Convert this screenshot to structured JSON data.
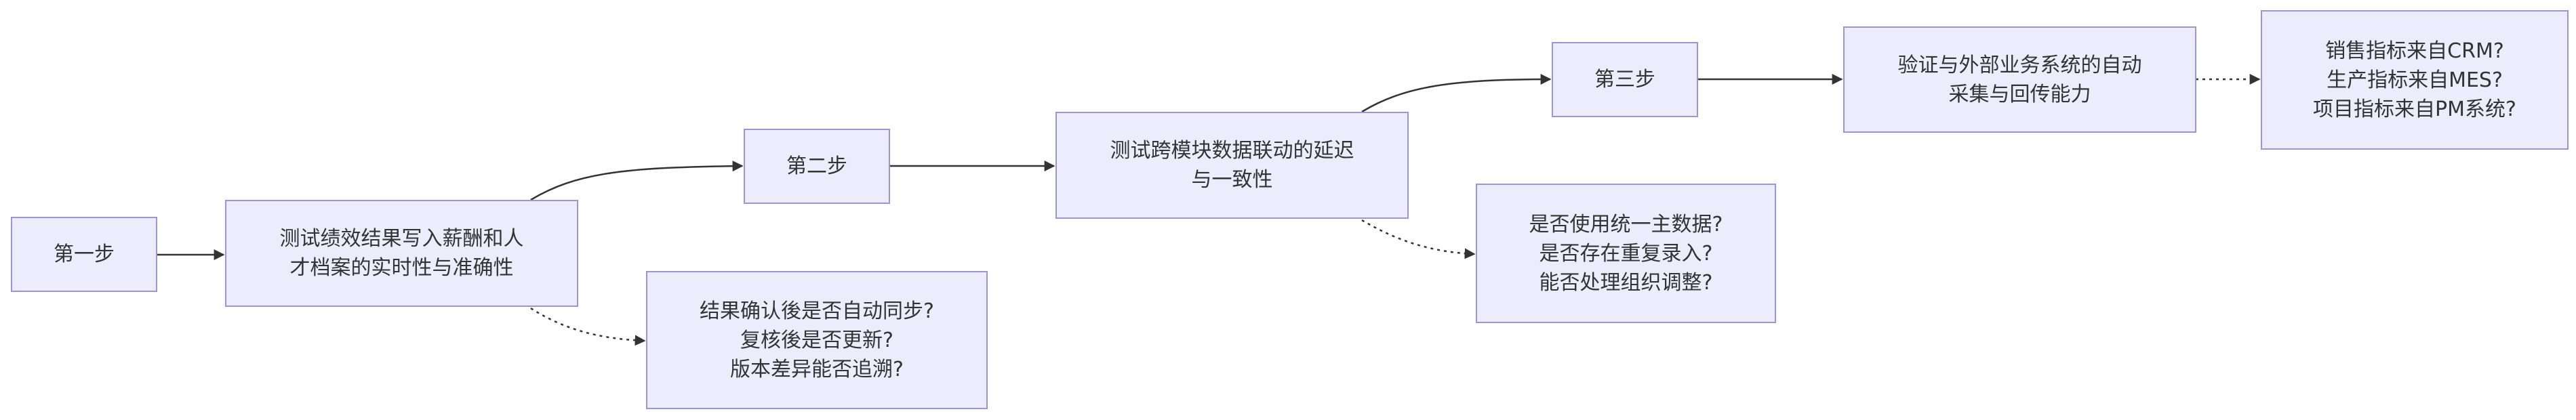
{
  "diagram": {
    "type": "flowchart",
    "direction": "left-to-right",
    "colors": {
      "node_fill": "#ececfd",
      "node_border": "#9d94d6",
      "edge": "#333333",
      "text": "#333333"
    },
    "nodes": {
      "step1": {
        "lines": [
          "第一步"
        ]
      },
      "task1": {
        "lines": [
          "测试绩效结果写入薪酬和人",
          "才档案的实时性与准确性"
        ]
      },
      "q1": {
        "lines": [
          "结果确认後是否自动同步?",
          "复核後是否更新?",
          "版本差异能否追溯?"
        ]
      },
      "step2": {
        "lines": [
          "第二步"
        ]
      },
      "task2": {
        "lines": [
          "测试跨模块数据联动的延迟",
          "与一致性"
        ]
      },
      "q2": {
        "lines": [
          "是否使用统一主数据?",
          "是否存在重复录入?",
          "能否处理组织调整?"
        ]
      },
      "step3": {
        "lines": [
          "第三步"
        ]
      },
      "task3": {
        "lines": [
          "验证与外部业务系统的自动",
          "采集与回传能力"
        ]
      },
      "q3": {
        "lines": [
          "销售指标来自CRM?",
          "生产指标来自MES?",
          "项目指标来自PM系统?"
        ]
      }
    },
    "edges": [
      {
        "from": "step1",
        "to": "task1",
        "style": "solid"
      },
      {
        "from": "task1",
        "to": "step2",
        "style": "solid"
      },
      {
        "from": "task1",
        "to": "q1",
        "style": "dotted"
      },
      {
        "from": "step2",
        "to": "task2",
        "style": "solid"
      },
      {
        "from": "task2",
        "to": "step3",
        "style": "solid"
      },
      {
        "from": "task2",
        "to": "q2",
        "style": "dotted"
      },
      {
        "from": "step3",
        "to": "task3",
        "style": "solid"
      },
      {
        "from": "task3",
        "to": "q3",
        "style": "dotted"
      }
    ]
  }
}
